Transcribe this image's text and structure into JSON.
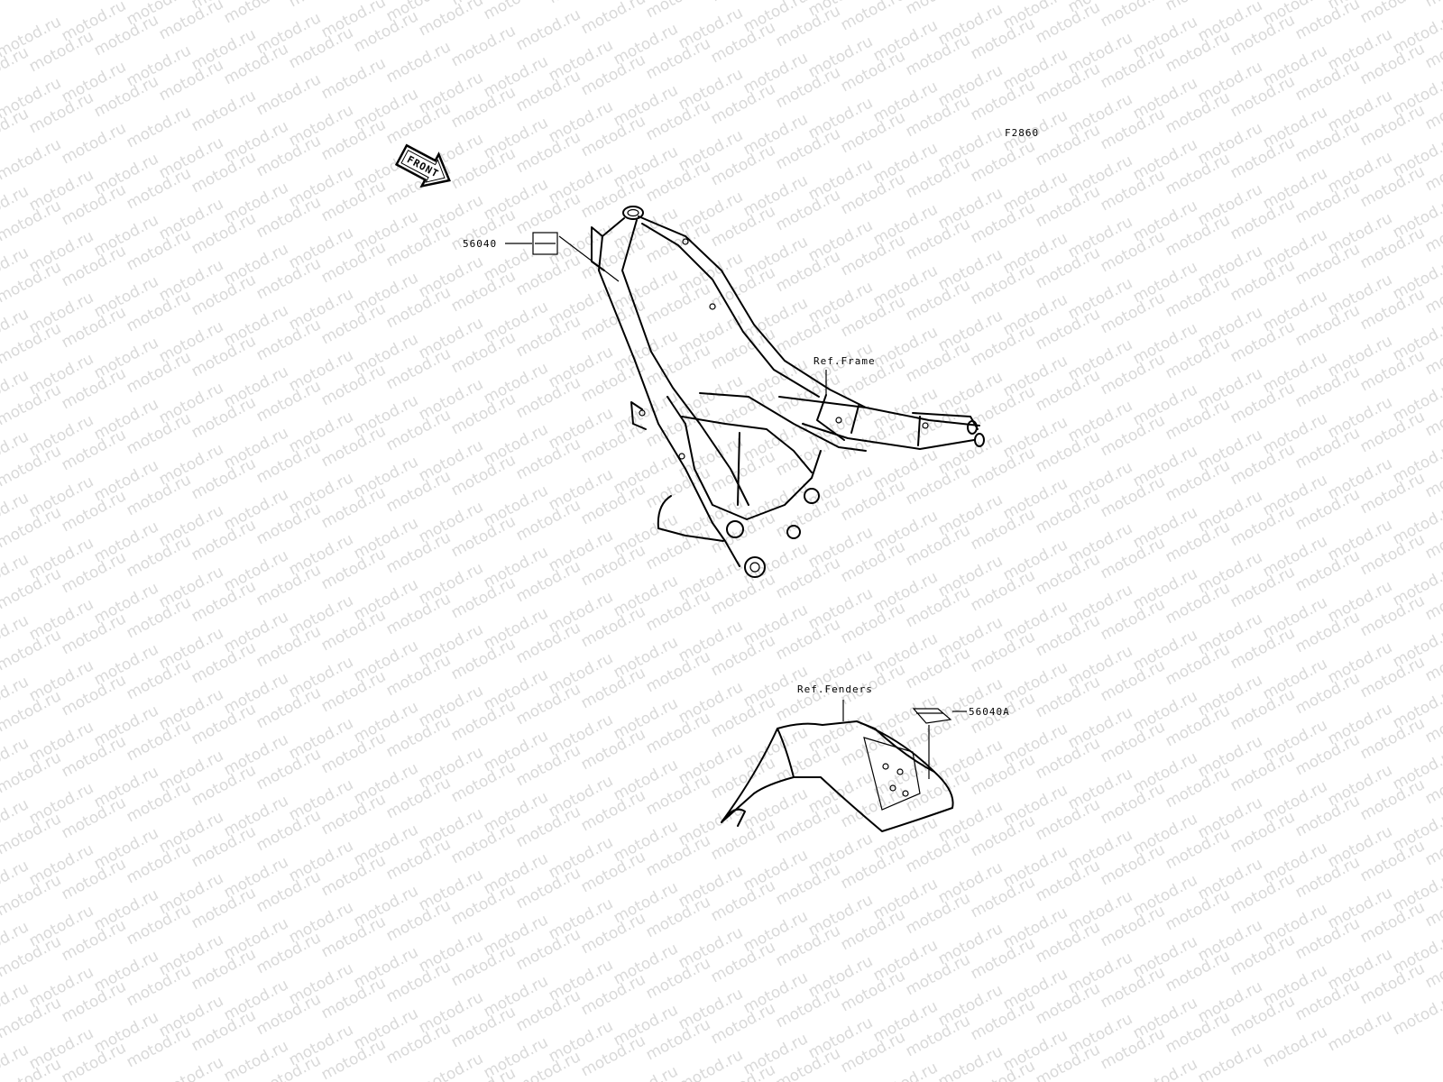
{
  "diagram": {
    "ref_code": "F2860",
    "watermark": "motod.ru",
    "front_arrow_label": "FRONT",
    "frame_ref_label": "Ref.Frame",
    "fenders_ref_label": "Ref.Fenders",
    "callouts": [
      {
        "id": "56040",
        "label": "56040"
      },
      {
        "id": "56040A",
        "label": "56040A"
      }
    ]
  }
}
